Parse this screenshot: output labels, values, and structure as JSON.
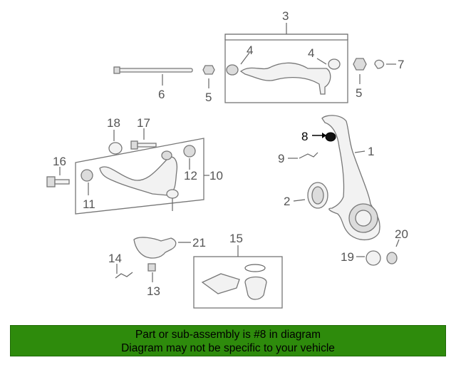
{
  "diagram": {
    "callouts": {
      "c1": "1",
      "c2": "2",
      "c3": "3",
      "c4a": "4",
      "c4b": "4",
      "c5a": "5",
      "c5b": "5",
      "c6": "6",
      "c7": "7",
      "c8": "8",
      "c9": "9",
      "c10": "10",
      "c11": "11",
      "c12": "12",
      "c13": "13",
      "c14": "14",
      "c15": "15",
      "c16": "16",
      "c17": "17",
      "c18": "18",
      "c19": "19",
      "c20": "20",
      "c21": "21"
    },
    "highlighted_part": "8",
    "colors": {
      "banner_bg": "#2e8b0c",
      "line": "#777777",
      "highlight": "#000000"
    }
  },
  "banner": {
    "line1": "Part or sub-assembly is #8 in diagram",
    "line2": "Diagram may not be specific to your vehicle"
  }
}
